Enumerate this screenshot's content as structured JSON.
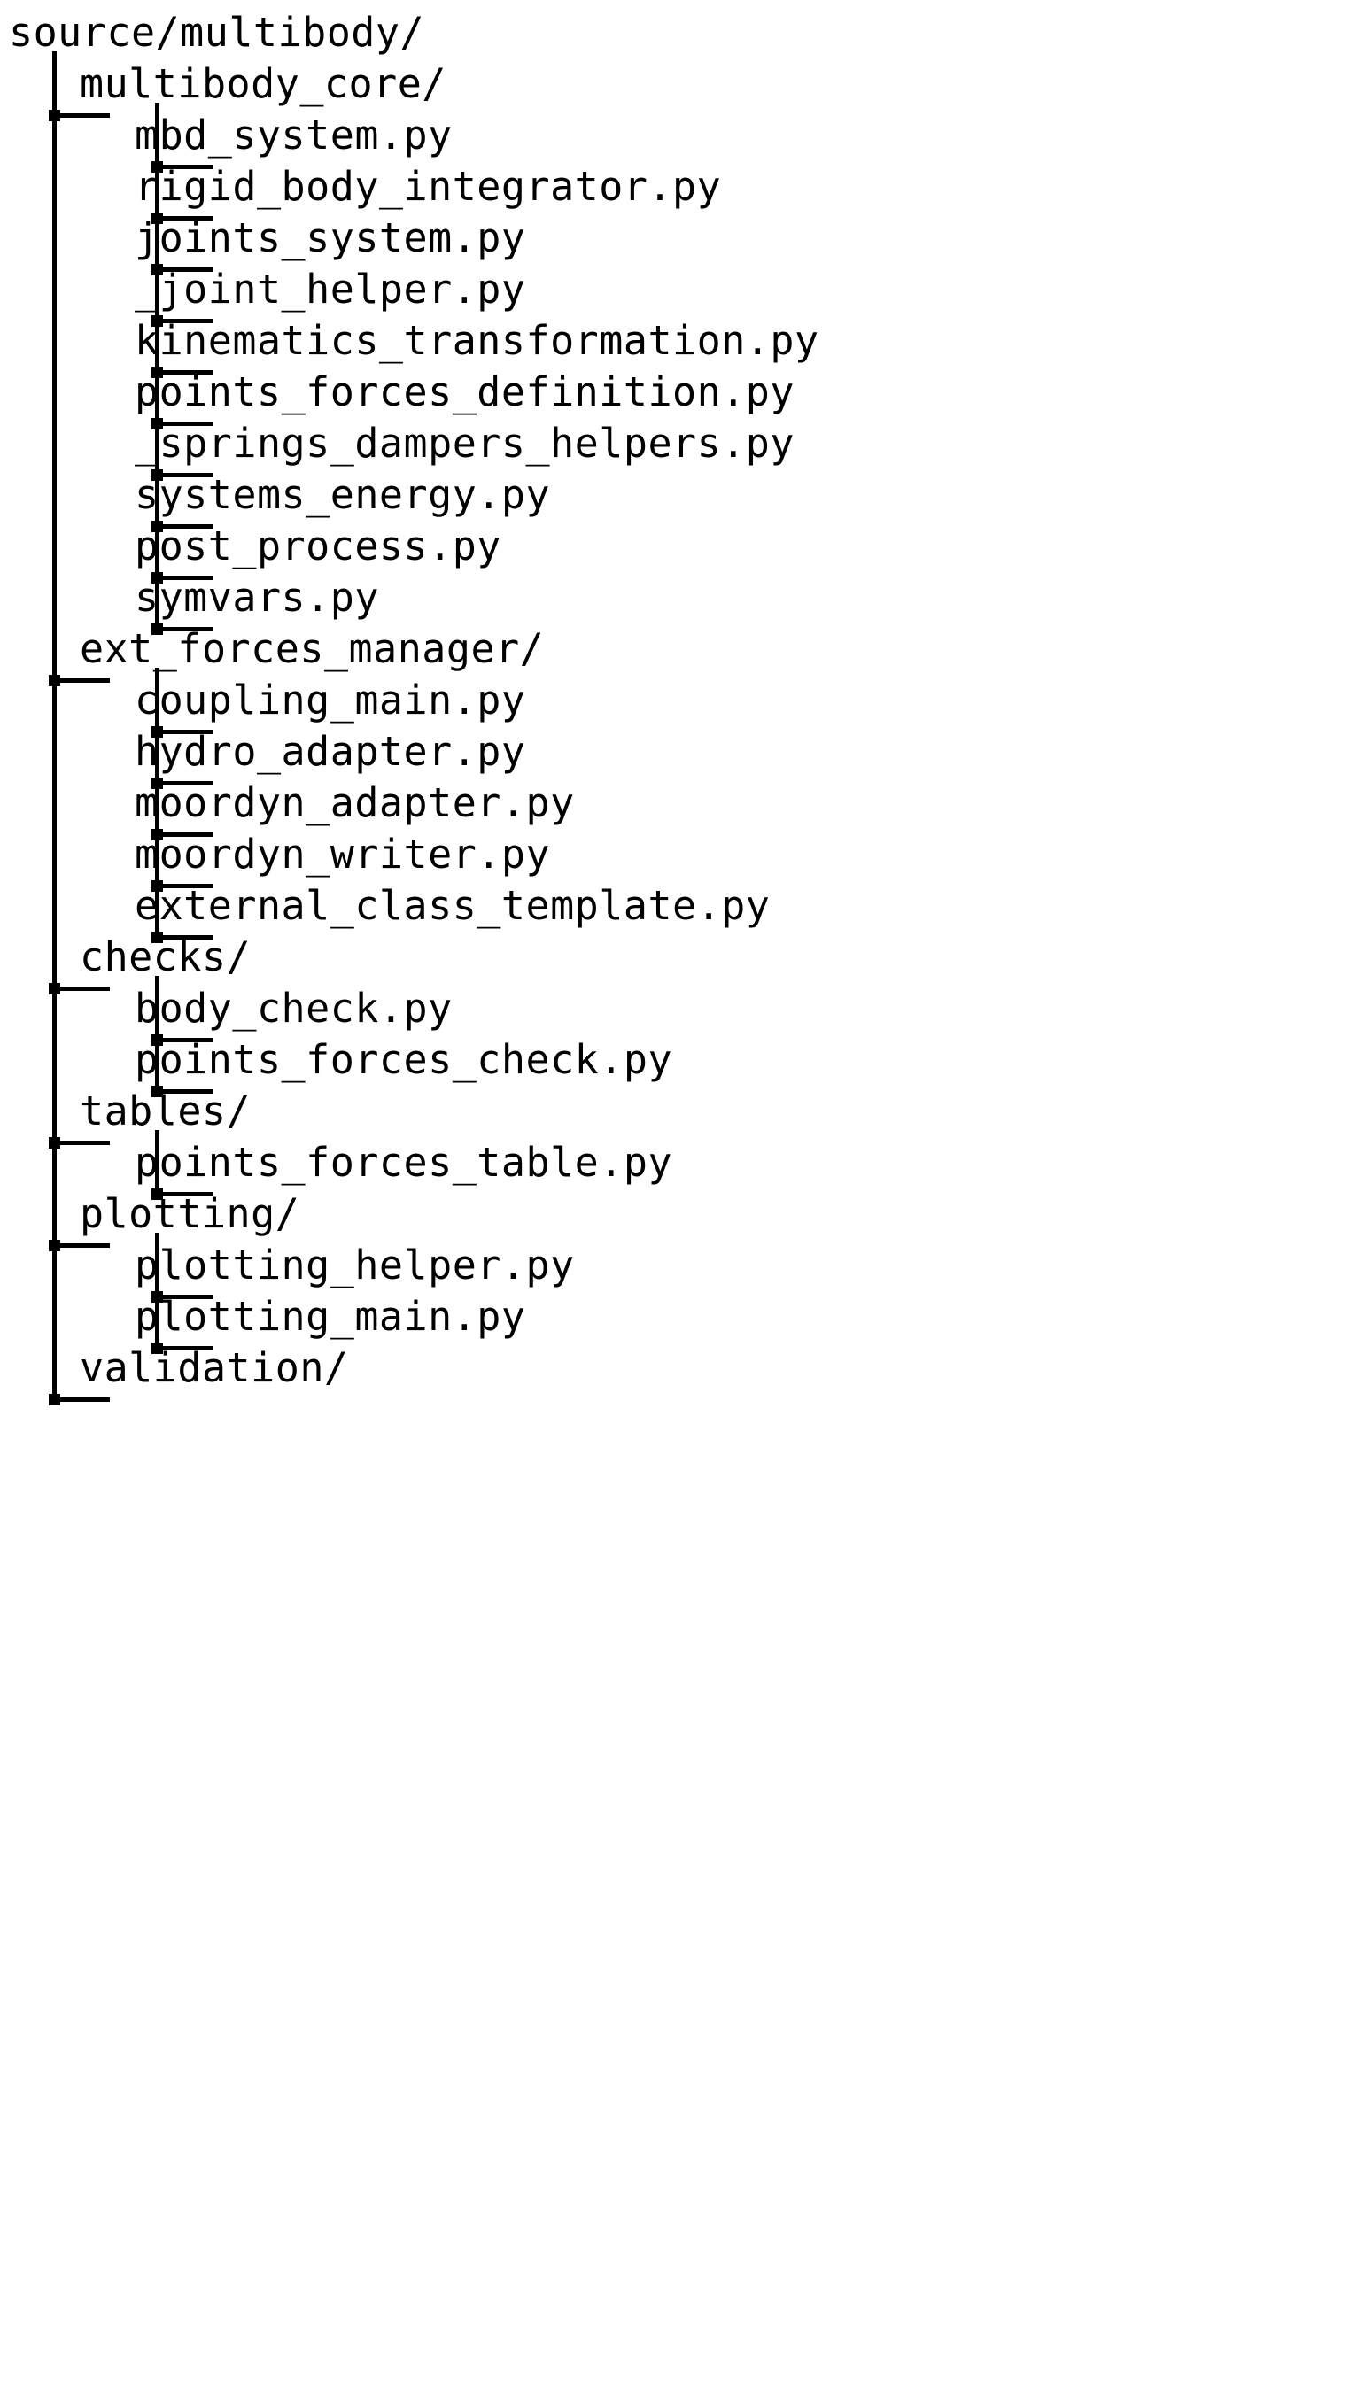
{
  "document": {
    "type": "directory-tree",
    "root_label": "source/multibody/",
    "text_color": "#000000",
    "background_color": "#ffffff"
  },
  "tree": {
    "root": "source/multibody/",
    "nodes": [
      {
        "id": "n0",
        "label": "source/multibody/",
        "depth": 0,
        "kind": "directory",
        "last": false
      },
      {
        "id": "n1",
        "label": "multibody_core/",
        "depth": 1,
        "kind": "directory",
        "last": false
      },
      {
        "id": "n2",
        "label": "mbd_system.py",
        "depth": 2,
        "kind": "file",
        "last": false
      },
      {
        "id": "n3",
        "label": "rigid_body_integrator.py",
        "depth": 2,
        "kind": "file",
        "last": false
      },
      {
        "id": "n4",
        "label": "joints_system.py",
        "depth": 2,
        "kind": "file",
        "last": false
      },
      {
        "id": "n5",
        "label": "_joint_helper.py",
        "depth": 2,
        "kind": "file",
        "last": false
      },
      {
        "id": "n6",
        "label": "kinematics_transformation.py",
        "depth": 2,
        "kind": "file",
        "last": false
      },
      {
        "id": "n7",
        "label": "points_forces_definition.py",
        "depth": 2,
        "kind": "file",
        "last": false
      },
      {
        "id": "n8",
        "label": "_springs_dampers_helpers.py",
        "depth": 2,
        "kind": "file",
        "last": false
      },
      {
        "id": "n9",
        "label": "systems_energy.py",
        "depth": 2,
        "kind": "file",
        "last": false
      },
      {
        "id": "n10",
        "label": "post_process.py",
        "depth": 2,
        "kind": "file",
        "last": false
      },
      {
        "id": "n11",
        "label": "symvars.py",
        "depth": 2,
        "kind": "file",
        "last": true
      },
      {
        "id": "n12",
        "label": "ext_forces_manager/",
        "depth": 1,
        "kind": "directory",
        "last": false
      },
      {
        "id": "n13",
        "label": "coupling_main.py",
        "depth": 2,
        "kind": "file",
        "last": false
      },
      {
        "id": "n14",
        "label": "hydro_adapter.py",
        "depth": 2,
        "kind": "file",
        "last": false
      },
      {
        "id": "n15",
        "label": "moordyn_adapter.py",
        "depth": 2,
        "kind": "file",
        "last": false
      },
      {
        "id": "n16",
        "label": "moordyn_writer.py",
        "depth": 2,
        "kind": "file",
        "last": false
      },
      {
        "id": "n17",
        "label": "external_class_template.py",
        "depth": 2,
        "kind": "file",
        "last": true
      },
      {
        "id": "n18",
        "label": "checks/",
        "depth": 1,
        "kind": "directory",
        "last": false
      },
      {
        "id": "n19",
        "label": "body_check.py",
        "depth": 2,
        "kind": "file",
        "last": false
      },
      {
        "id": "n20",
        "label": "points_forces_check.py",
        "depth": 2,
        "kind": "file",
        "last": true
      },
      {
        "id": "n21",
        "label": "tables/",
        "depth": 1,
        "kind": "directory",
        "last": false
      },
      {
        "id": "n22",
        "label": "points_forces_table.py",
        "depth": 2,
        "kind": "file",
        "last": true
      },
      {
        "id": "n23",
        "label": "plotting/",
        "depth": 1,
        "kind": "directory",
        "last": false
      },
      {
        "id": "n24",
        "label": "plotting_helper.py",
        "depth": 2,
        "kind": "file",
        "last": false
      },
      {
        "id": "n25",
        "label": "plotting_main.py",
        "depth": 2,
        "kind": "file",
        "last": true
      },
      {
        "id": "n26",
        "label": "validation/",
        "depth": 1,
        "kind": "directory",
        "last": true
      }
    ]
  },
  "layout": {
    "line_height": 58,
    "first_baseline": 48,
    "rail_x_depth1": 59,
    "rail_x_depth2": 175,
    "text_x_depth0": 10,
    "text_x_depth1": 90,
    "text_x_depth2": 152,
    "stub_length": 60
  }
}
